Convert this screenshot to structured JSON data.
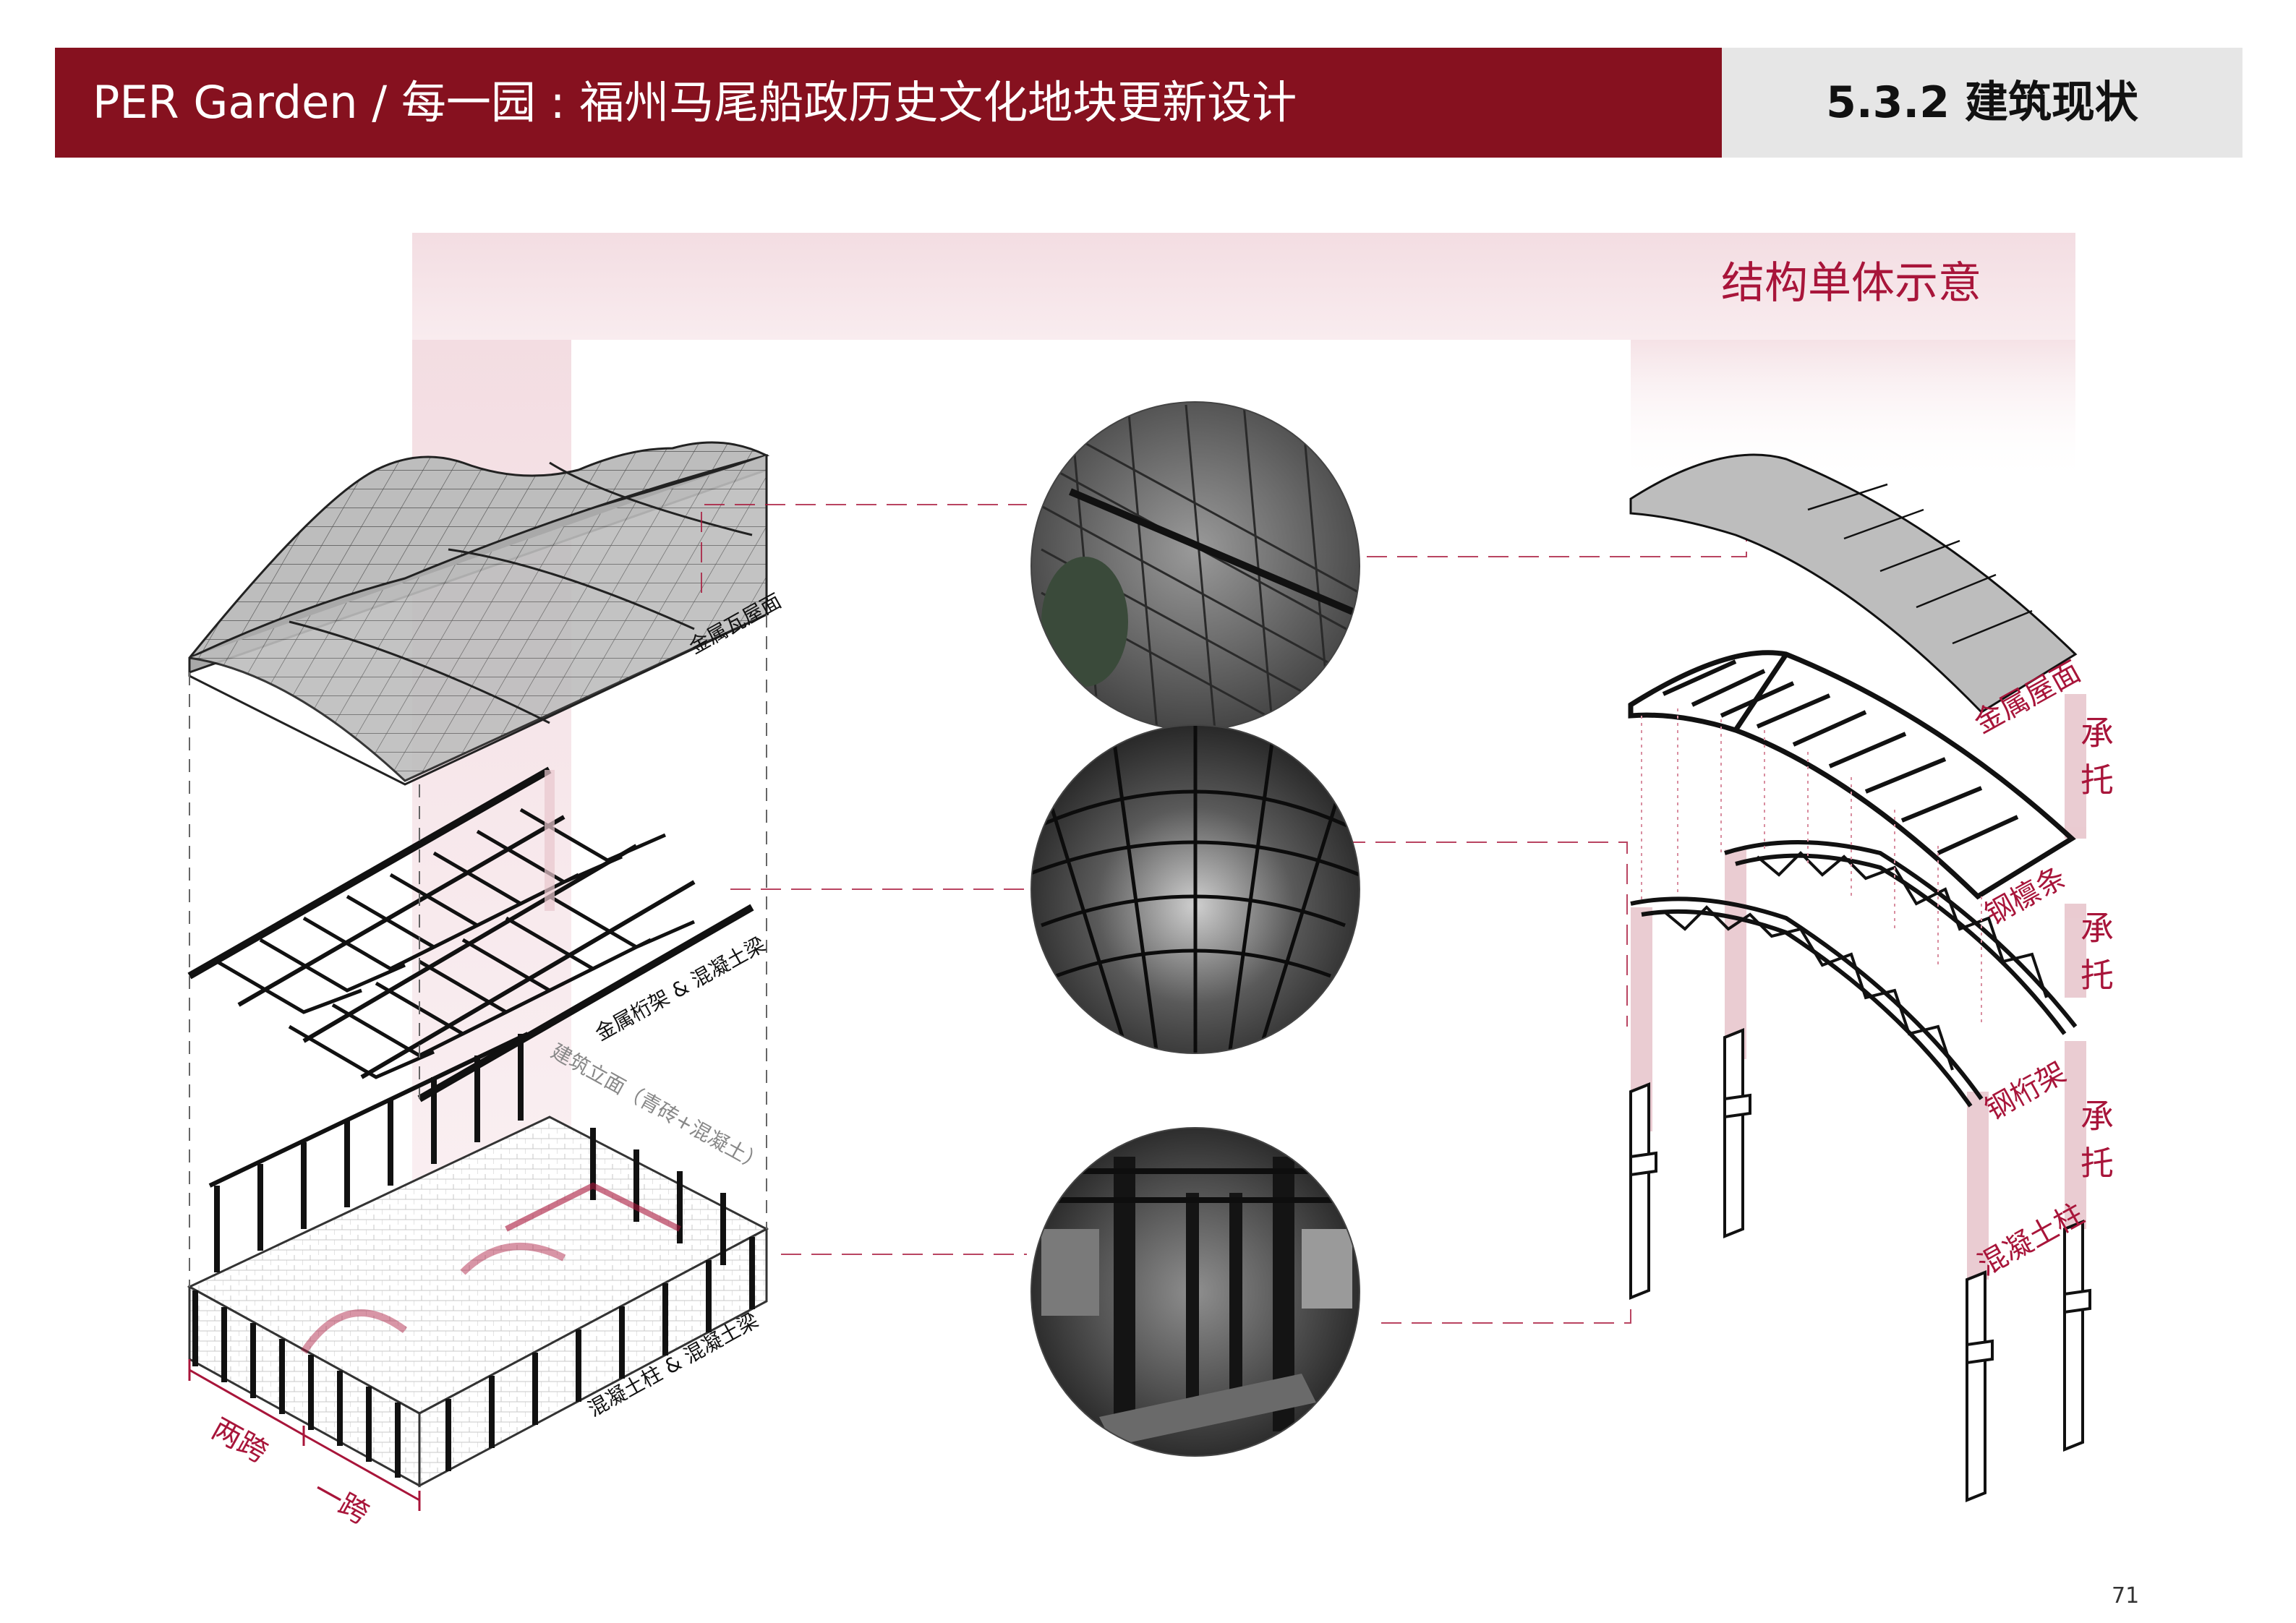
{
  "header": {
    "title": "PER Garden / 每一园 : 福州马尾船政历史文化地块更新设计",
    "section": "5.3.2 建筑现状"
  },
  "diagram": {
    "subtitle": "结构单体示意",
    "left_labels": {
      "roof": "金属瓦屋面",
      "truss": "金属桁架 & 混凝土梁",
      "facade": "建筑立面（青砖+混凝土）",
      "columns": "混凝土柱 & 混凝土梁",
      "two_span": "两跨",
      "one_span": "一跨"
    },
    "right_labels": {
      "roof": "金属屋面",
      "purlin": "钢檩条",
      "truss": "钢桁架",
      "column": "混凝土柱"
    },
    "support_char_1": "承",
    "support_char_2": "托",
    "photos": [
      {
        "name": "roof-photo",
        "subject": "roof"
      },
      {
        "name": "truss-photo",
        "subject": "truss"
      },
      {
        "name": "column-photo",
        "subject": "columns"
      }
    ]
  },
  "page_number": "71",
  "colors": {
    "brand": "#86111f",
    "accent_text": "#a8153a",
    "pink_band": "#e8c6cd",
    "section_bg": "#e6e6e6"
  }
}
